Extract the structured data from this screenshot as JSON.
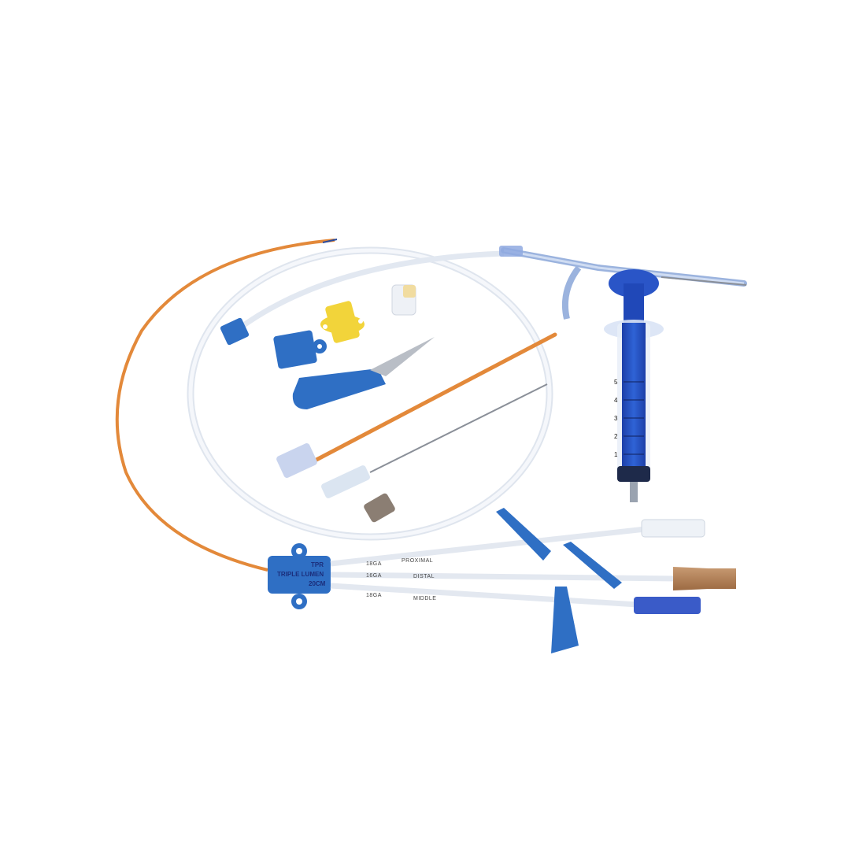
{
  "image": {
    "subject": "Central venous catheter kit (triple lumen)",
    "background": "#ffffff"
  },
  "catheter_hub": {
    "line1": "TPR",
    "line2": "TRIPLE LUMEN",
    "line3": "20CM",
    "color": "#2f6fc4"
  },
  "lumens": [
    {
      "name": "PROXIMAL",
      "gauge": "18GA",
      "connector_color": "#e6eaf0"
    },
    {
      "name": "DISTAL",
      "gauge": "16GA",
      "connector_color": "#b07a4e"
    },
    {
      "name": "MIDDLE",
      "gauge": "18GA",
      "connector_color": "#3a5bc8"
    }
  ],
  "syringe": {
    "scale": [
      "1",
      "2",
      "3",
      "4",
      "5"
    ],
    "plunger_color": "#1f4fbf"
  },
  "components": [
    "catheter-with-orange-guidewire",
    "guidewire-advancer-loop",
    "introducer-needle-y-connector",
    "syringe-5ml",
    "scalpel",
    "dilator",
    "seeker-needle",
    "blue-catheter-clamp",
    "yellow-fastener",
    "injection-cap",
    "blunt-cap",
    "line-clamps"
  ],
  "colors": {
    "blue": "#2f6fc4",
    "dark_blue": "#1f4fbf",
    "orange": "#e3893a",
    "yellow": "#f2d43a",
    "tube": "#e7ecf3"
  }
}
